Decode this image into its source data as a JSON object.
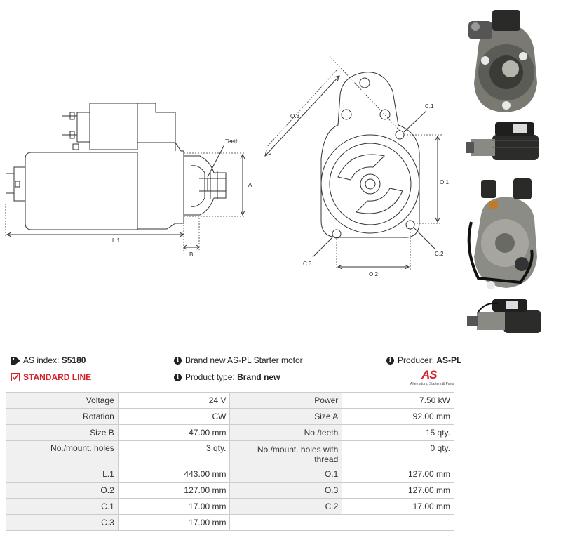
{
  "drawing_labels": {
    "teeth": "Teeth",
    "a": "A",
    "b": "B",
    "l1": "L.1",
    "o1": "O.1",
    "o2": "O.2",
    "o3": "O.3",
    "c1": "C.1",
    "c2": "C.2",
    "c3": "C.3"
  },
  "info": {
    "as_index_label": "AS index:",
    "as_index_value": "S5180",
    "description": "Brand new AS-PL Starter motor",
    "producer_label": "Producer:",
    "producer_value": "AS-PL",
    "line": "STANDARD LINE",
    "product_type_label": "Product type:",
    "product_type_value": "Brand new"
  },
  "logo": {
    "text": "AS",
    "tagline": "Alternators, Starters & Parts",
    "color": "#d6202a"
  },
  "icons": {
    "tag": "tag-icon",
    "info": "info-icon",
    "check": "checkbox-icon"
  },
  "spec_rows": [
    {
      "l1": "Voltage",
      "v1": "24 V",
      "l2": "Power",
      "v2": "7.50 kW"
    },
    {
      "l1": "Rotation",
      "v1": "CW",
      "l2": "Size A",
      "v2": "92.00 mm"
    },
    {
      "l1": "Size B",
      "v1": "47.00 mm",
      "l2": "No./teeth",
      "v2": "15 qty."
    },
    {
      "l1": "No./mount. holes",
      "v1": "3 qty.",
      "l2": "No./mount. holes with thread",
      "v2": "0 qty."
    },
    {
      "l1": "L.1",
      "v1": "443.00 mm",
      "l2": "O.1",
      "v2": "127.00 mm"
    },
    {
      "l1": "O.2",
      "v1": "127.00 mm",
      "l2": "O.3",
      "v2": "127.00 mm"
    },
    {
      "l1": "C.1",
      "v1": "17.00 mm",
      "l2": "C.2",
      "v2": "17.00 mm"
    },
    {
      "l1": "C.3",
      "v1": "17.00 mm",
      "l2": "",
      "v2": ""
    }
  ]
}
